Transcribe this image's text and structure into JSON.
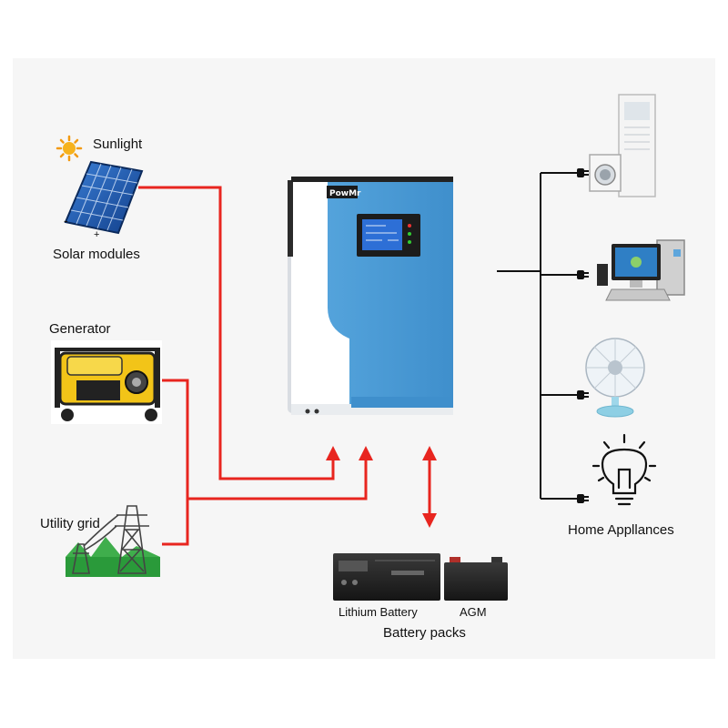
{
  "sources": {
    "sunlight_label": "Sunlight",
    "solar_label": "Solar modules",
    "panel_minus": "-",
    "panel_plus": "+",
    "generator_label": "Generator",
    "grid_label": "Utility grid"
  },
  "inverter": {
    "brand": "PowMr"
  },
  "batteries": {
    "lithium_label": "Lithium Battery",
    "agm_label": "AGM",
    "group_label": "Battery packs"
  },
  "loads": {
    "label": "Home Appllances",
    "items": [
      "air-conditioner-and-washer",
      "desktop-computer",
      "electric-fan",
      "light-bulb"
    ]
  },
  "colors": {
    "line_red": "#e8251f",
    "wire_black": "#111111",
    "inverter_blue": "#4d9ed8",
    "inverter_white": "#ffffff",
    "panel_blue": "#1f5fb8",
    "generator_yellow": "#f2c418",
    "grid_green": "#2a9a3a"
  }
}
